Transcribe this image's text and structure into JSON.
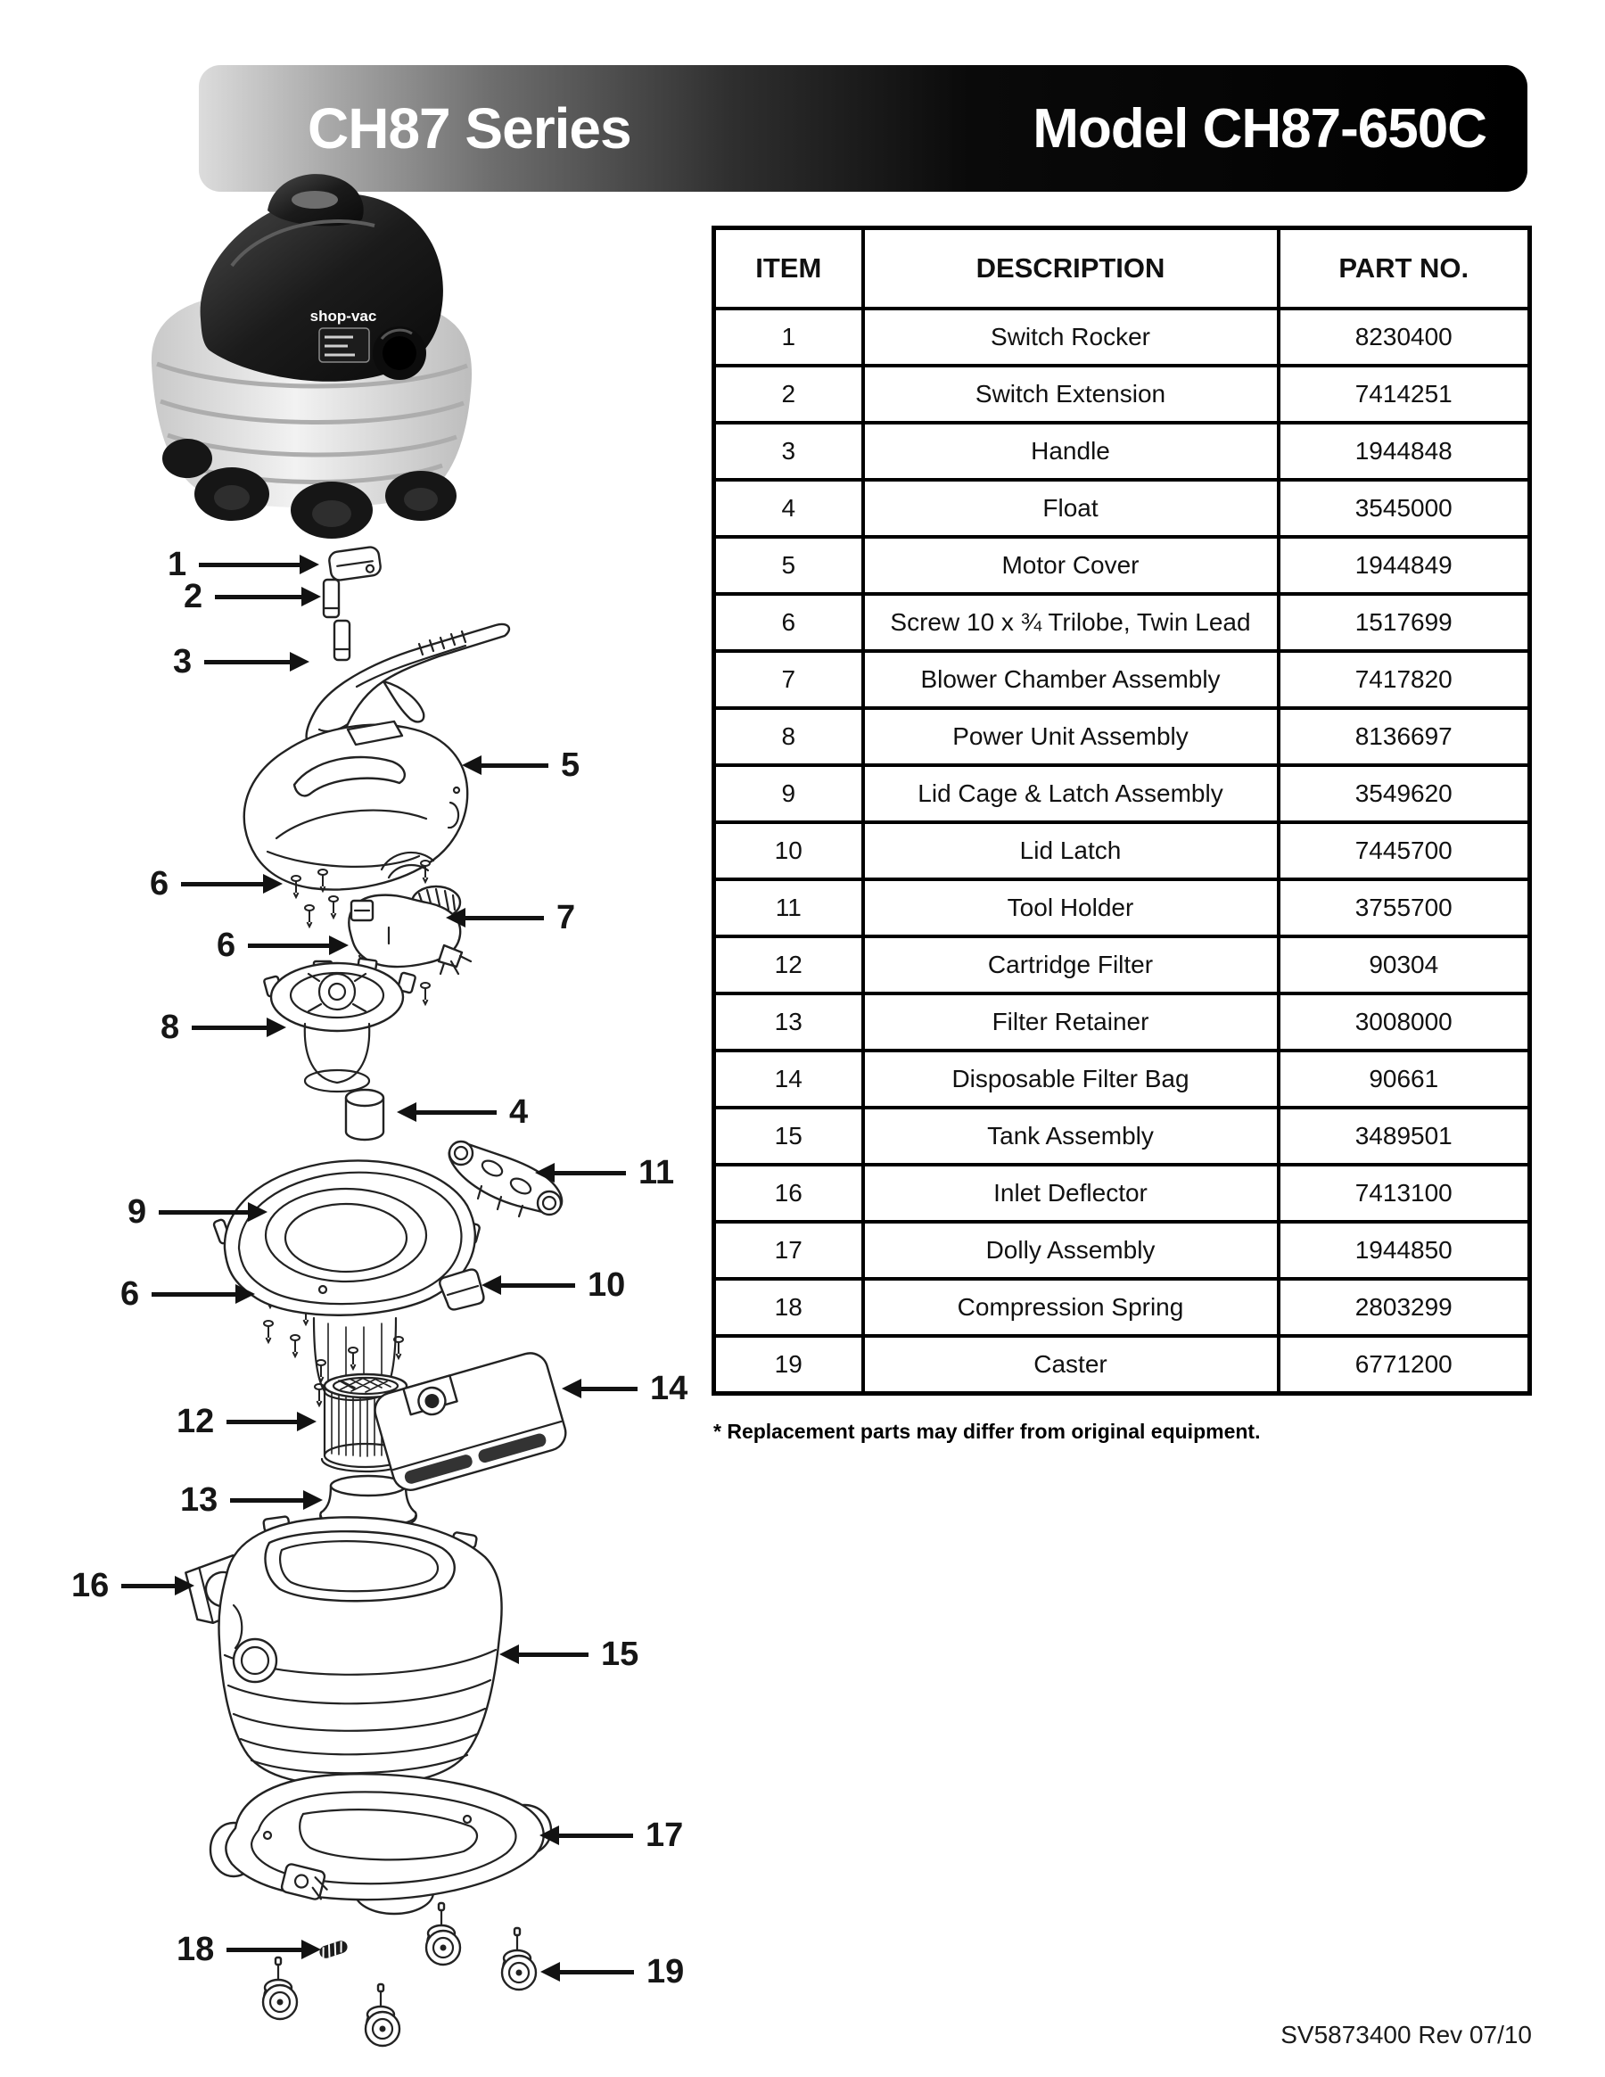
{
  "header": {
    "series": "CH87 Series",
    "model": "Model CH87-650C"
  },
  "product_photo": {
    "brand_label": "shop-vac"
  },
  "parts_table": {
    "columns": [
      "ITEM",
      "DESCRIPTION",
      "PART NO."
    ],
    "rows": [
      {
        "item": "1",
        "description": "Switch Rocker",
        "part_no": "8230400"
      },
      {
        "item": "2",
        "description": "Switch Extension",
        "part_no": "7414251"
      },
      {
        "item": "3",
        "description": "Handle",
        "part_no": "1944848"
      },
      {
        "item": "4",
        "description": "Float",
        "part_no": "3545000"
      },
      {
        "item": "5",
        "description": "Motor Cover",
        "part_no": "1944849"
      },
      {
        "item": "6",
        "description": "Screw 10 x ¾ Trilobe, Twin Lead",
        "part_no": "1517699"
      },
      {
        "item": "7",
        "description": "Blower Chamber Assembly",
        "part_no": "7417820"
      },
      {
        "item": "8",
        "description": "Power Unit Assembly",
        "part_no": "8136697"
      },
      {
        "item": "9",
        "description": "Lid Cage & Latch Assembly",
        "part_no": "3549620"
      },
      {
        "item": "10",
        "description": "Lid Latch",
        "part_no": "7445700"
      },
      {
        "item": "11",
        "description": "Tool Holder",
        "part_no": "3755700"
      },
      {
        "item": "12",
        "description": "Cartridge Filter",
        "part_no": "90304"
      },
      {
        "item": "13",
        "description": "Filter Retainer",
        "part_no": "3008000"
      },
      {
        "item": "14",
        "description": "Disposable Filter Bag",
        "part_no": "90661"
      },
      {
        "item": "15",
        "description": "Tank Assembly",
        "part_no": "3489501"
      },
      {
        "item": "16",
        "description": "Inlet Deflector",
        "part_no": "7413100"
      },
      {
        "item": "17",
        "description": "Dolly Assembly",
        "part_no": "1944850"
      },
      {
        "item": "18",
        "description": "Compression Spring",
        "part_no": "2803299"
      },
      {
        "item": "19",
        "description": "Caster",
        "part_no": "6771200"
      }
    ]
  },
  "footnote": "* Replacement parts may differ from original equipment.",
  "footer": "SV5873400 Rev 07/10",
  "diagram": {
    "callouts": [
      {
        "label": "1"
      },
      {
        "label": "2"
      },
      {
        "label": "3"
      },
      {
        "label": "5"
      },
      {
        "label": "6"
      },
      {
        "label": "7"
      },
      {
        "label": "6"
      },
      {
        "label": "8"
      },
      {
        "label": "4"
      },
      {
        "label": "11"
      },
      {
        "label": "9"
      },
      {
        "label": "10"
      },
      {
        "label": "6"
      },
      {
        "label": "12"
      },
      {
        "label": "14"
      },
      {
        "label": "13"
      },
      {
        "label": "16"
      },
      {
        "label": "15"
      },
      {
        "label": "17"
      },
      {
        "label": "18"
      },
      {
        "label": "19"
      }
    ]
  },
  "colors": {
    "banner_dark": "#000000",
    "line_art": "#222222",
    "arrow": "#121212",
    "page_background": "#ffffff"
  }
}
